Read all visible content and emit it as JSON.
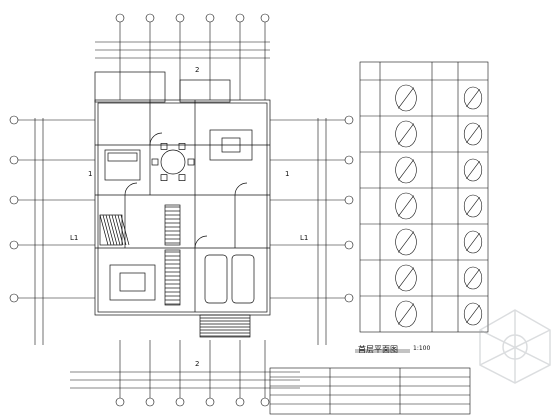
{
  "plan": {
    "title": "首层平面图",
    "scale": "1:100"
  },
  "room_labels": [
    "L1",
    "L1",
    "2",
    "2",
    "1",
    "1"
  ],
  "diagram_colors": {
    "line": "#111111",
    "background": "#ffffff",
    "watermark": "#9aa0a6"
  }
}
